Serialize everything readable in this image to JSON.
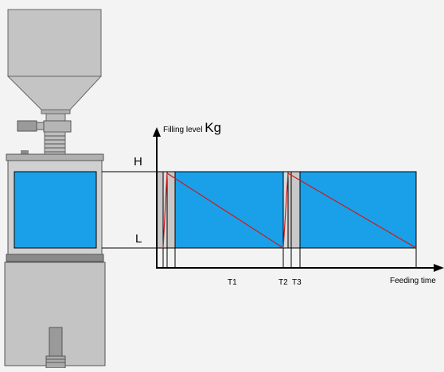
{
  "labels": {
    "y_axis_prefix": "Filling level",
    "y_axis_unit": "Kg",
    "level_high": "H",
    "level_low": "L",
    "t1": "T1",
    "t2": "T2",
    "t3": "T3",
    "x_axis": "Feeding time"
  },
  "colors": {
    "background": "#f3f3f3",
    "fill_blue": "#1aa0e8",
    "machine_gray": "#c4c4c4",
    "machine_dark": "#8a8a8a",
    "refill_gray": "#c8c8c8",
    "discharge_line": "#d01818",
    "outline": "#000000"
  }
}
